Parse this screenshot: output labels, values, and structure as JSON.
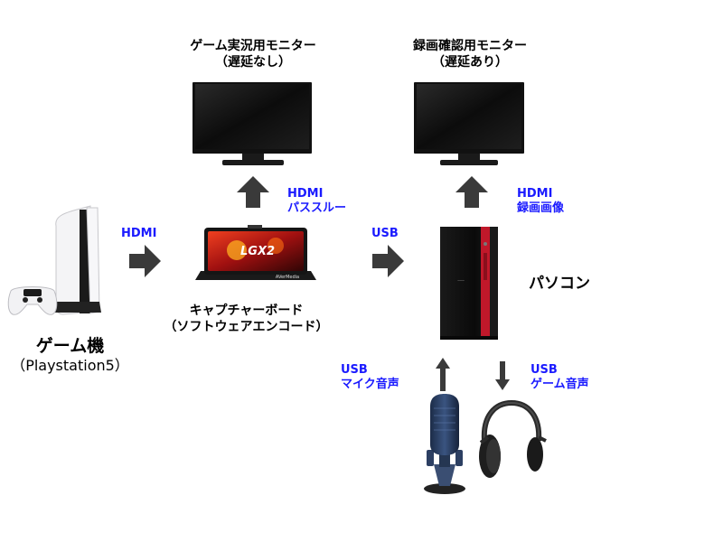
{
  "monitor_live": {
    "title": "ゲーム実況用モニター",
    "subtitle": "（遅延なし）"
  },
  "monitor_record": {
    "title": "録画確認用モニター",
    "subtitle": "（遅延あり）"
  },
  "console": {
    "title": "ゲーム機",
    "subtitle": "（Playstation5）"
  },
  "capture_board": {
    "title": "キャプチャーボード",
    "subtitle": "（ソフトウェアエンコード）",
    "screen_text": "LGX2",
    "brand_text": "AVerMedia"
  },
  "pc": {
    "title": "パソコン"
  },
  "connections": {
    "console_to_capture": "HDMI",
    "capture_to_live_line1": "HDMI",
    "capture_to_live_line2": "パススルー",
    "capture_to_pc": "USB",
    "pc_to_record_line1": "HDMI",
    "pc_to_record_line2": "録画画像",
    "mic_line1": "USB",
    "mic_line2": "マイク音声",
    "headphone_line1": "USB",
    "headphone_line2": "ゲーム音声"
  },
  "colors": {
    "connection_label": "#1a1aff",
    "arrow": "#3a3a3a",
    "pc_accent": "#c0182a"
  }
}
